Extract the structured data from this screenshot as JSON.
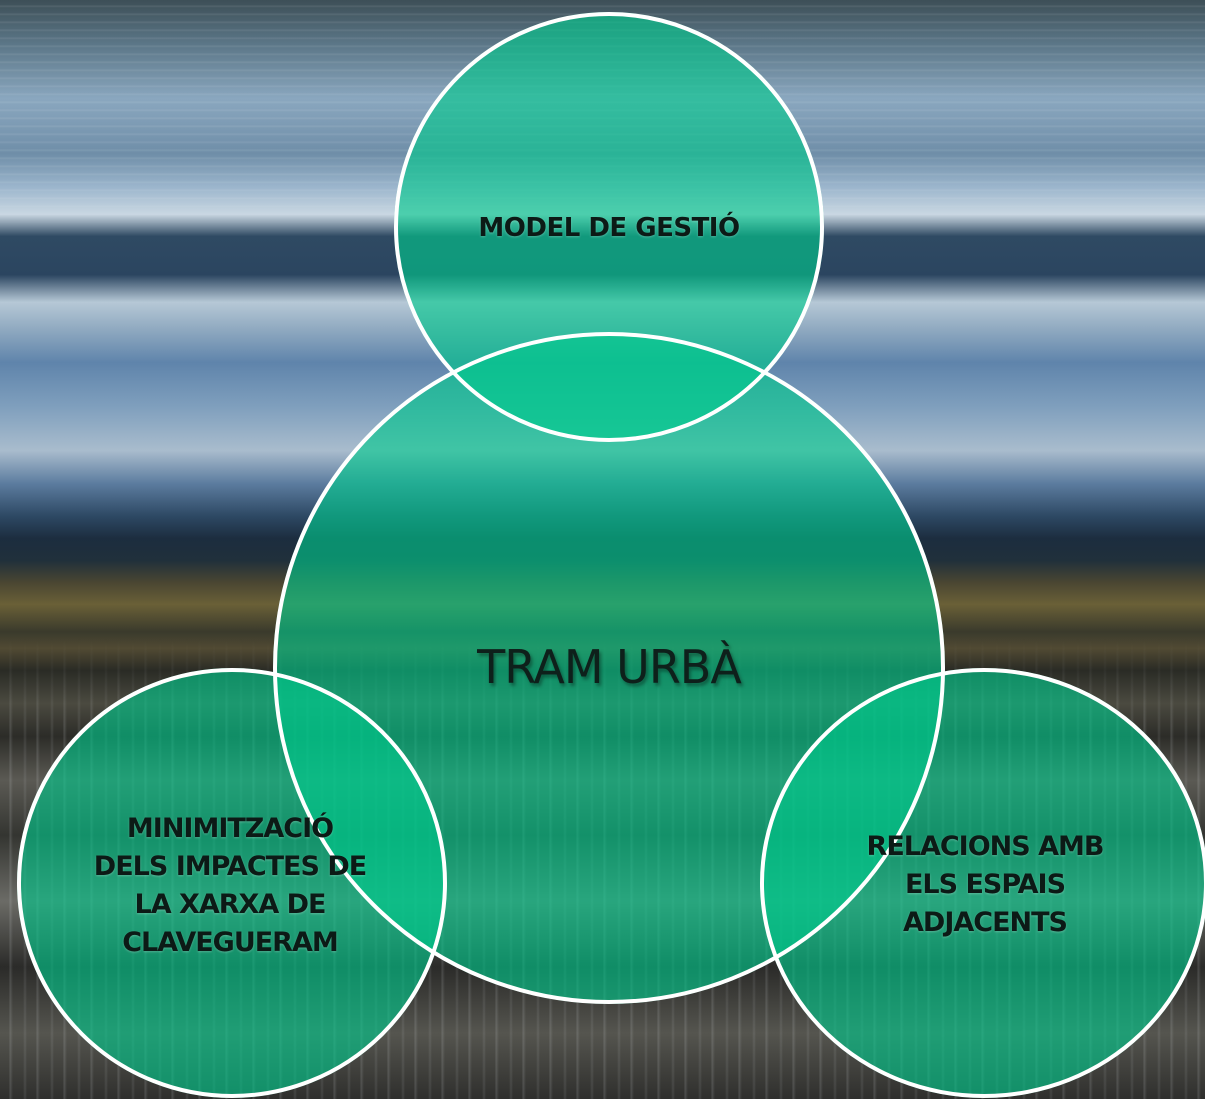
{
  "diagram": {
    "center": {
      "label": "TRAM URBÀ"
    },
    "top": {
      "label": "MODEL DE GESTIÓ"
    },
    "bottom_left": {
      "label_lines": [
        "MINIMITZACIÓ",
        "DELS IMPACTES DE",
        "LA XARXA DE",
        "CLAVEGUERAM"
      ]
    },
    "bottom_right": {
      "label_lines": [
        "RELACIONS AMB",
        "ELS ESPAIS",
        "ADJACENTS"
      ]
    }
  },
  "colors": {
    "circle_fill": "#00c98c",
    "circle_outline": "#ffffff",
    "text": "#0c1a16"
  }
}
